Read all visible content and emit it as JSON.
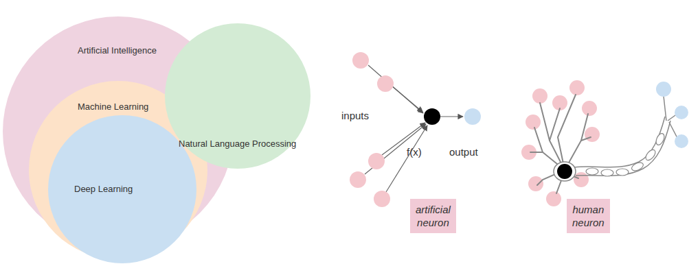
{
  "diagram": {
    "nodes": [
      {
        "text": [
          "Artificial Intelligence"
        ]
      },
      {
        "text": [
          "Machine Learning"
        ],
        "in": 0
      },
      {
        "text": [
          "Deep Learning"
        ],
        "in": 1
      },
      {
        "text": [
          "Natural Language Processing"
        ]
      },
      {
        "text": [
          "artificial neuron"
        ]
      },
      {
        "text": [
          "human neuron"
        ]
      }
    ],
    "labels": [
      "inputs",
      "f(x)",
      "output"
    ]
  }
}
